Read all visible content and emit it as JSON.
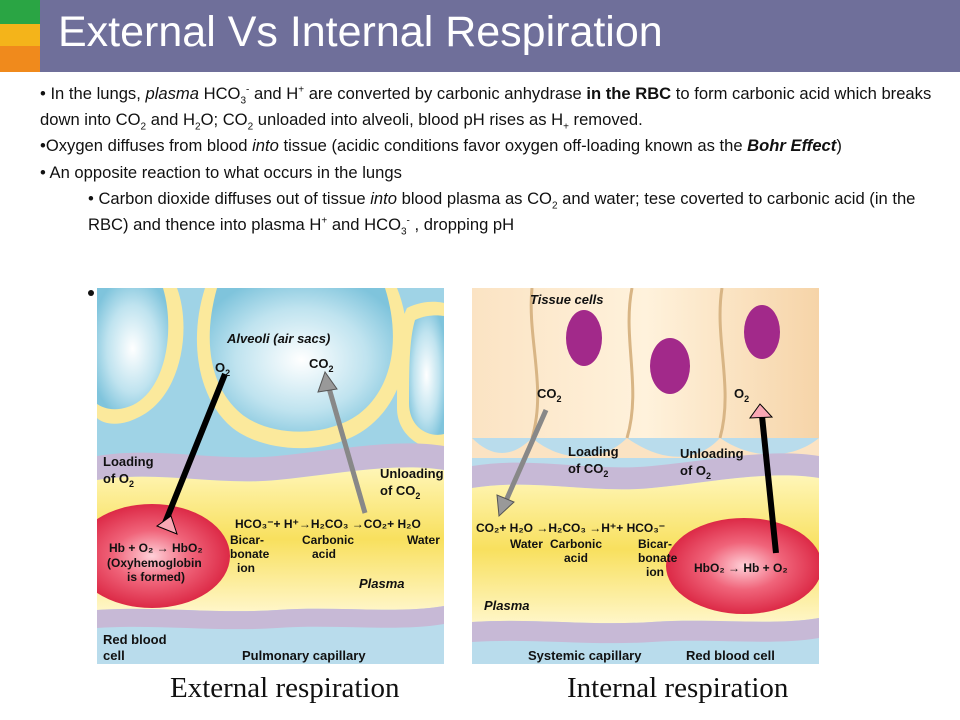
{
  "slide": {
    "title": "External Vs Internal Respiration",
    "accent_colors": [
      "#2aa544",
      "#f4b41a",
      "#f08a1c"
    ],
    "title_bar_color": "#6f6f9a"
  },
  "bullets": {
    "b1": {
      "intro": "In the lungs, ",
      "plasma": "plasma",
      "hco3": " HCO",
      "sub3": "3",
      "sup_minus": "-",
      "and_h": " and H",
      "sup_plus": "+",
      "converted": " are converted by carbonic anhydrase ",
      "in_rbc": "in the RBC",
      "form": " to form carbonic acid which breaks down into CO",
      "sub2a": "2",
      "and_h2o": " and H",
      "sub2b": "2",
      "o_co": "O; CO",
      "sub2c": "2",
      "unloaded": " unloaded into alveoli, blood pH rises as H",
      "sub_plus": "+",
      "removed": " removed."
    },
    "b2": {
      "pre": "Oxygen diffuses from blood ",
      "into": "into",
      "mid": " tissue (acidic conditions favor oxygen off-loading known as the ",
      "bohr": "Bohr Effect",
      "post": ")"
    },
    "b3": {
      "text": "An opposite reaction to what occurs in the lungs"
    },
    "b4": {
      "pre": "Carbon dioxide diffuses out of tissue ",
      "into": "into",
      "mid": " blood plasma as CO",
      "sub2": "2",
      "post": " and water; tese coverted to carbonic acid (in the RBC) and thence into plasma H",
      "sup_plus": "+",
      "and_hco": " and HCO",
      "sub3": "3",
      "sup_minus": "-",
      "end": " , dropping pH"
    },
    "bullet_char": "•"
  },
  "figure_left": {
    "alveoli": "Alveoli (air sacs)",
    "o2": "O",
    "co2": "CO",
    "sub2": "2",
    "loading_1": "Loading",
    "loading_2": "of O",
    "unloading_1": "Unloading",
    "unloading_2": "of CO",
    "equation": "HCO₃⁻+ H⁺→H₂CO₃ →CO₂+ H₂O",
    "bicar_1": "Bicar-",
    "bicar_2": "bonate",
    "bicar_3": "ion",
    "carbonic_1": "Carbonic",
    "carbonic_2": "acid",
    "water": "Water",
    "hb_eq": "Hb + O₂ → HbO₂",
    "oxy_1": "(Oxyhemoglobin",
    "oxy_2": "is formed)",
    "plasma": "Plasma",
    "rbc_1": "Red blood",
    "rbc_2": "cell",
    "capillary": "Pulmonary capillary",
    "caption": "External respiration"
  },
  "figure_right": {
    "tissue": "Tissue cells",
    "co2": "CO",
    "o2": "O",
    "sub2": "2",
    "loading_1": "Loading",
    "loading_2": "of CO",
    "unloading_1": "Unloading",
    "unloading_2": "of O",
    "equation": "CO₂+ H₂O →H₂CO₃ →H⁺+ HCO₃⁻",
    "water": "Water",
    "carbonic_1": "Carbonic",
    "carbonic_2": "acid",
    "bicar_1": "Bicar-",
    "bicar_2": "bonate",
    "bicar_3": "ion",
    "hb_eq": "HbO₂ → Hb + O₂",
    "plasma": "Plasma",
    "capillary": "Systemic capillary",
    "rbc": "Red blood cell",
    "caption": "Internal respiration"
  }
}
